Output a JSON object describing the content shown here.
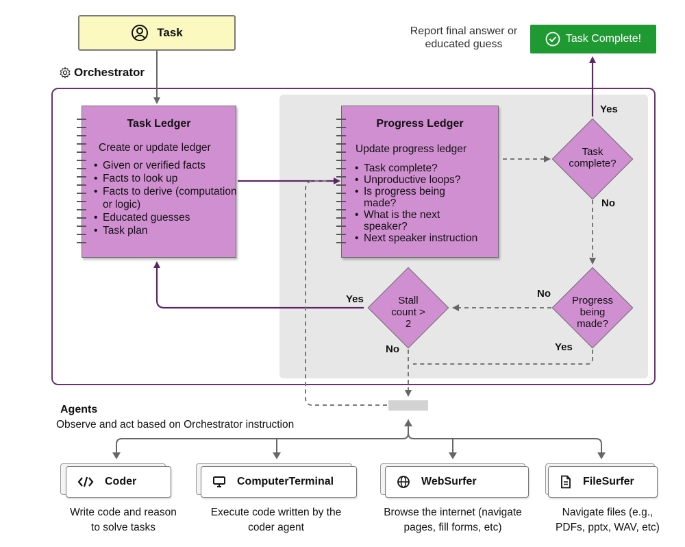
{
  "task": {
    "label": "Task",
    "icon": "person-icon"
  },
  "orchestrator": {
    "label": "Orchestrator",
    "icon": "gear-icon"
  },
  "task_ledger": {
    "title": "Task Ledger",
    "subtitle": "Create or update ledger",
    "items": [
      "Given or verified facts",
      "Facts to look up",
      "Facts to derive (computation or logic)",
      "Educated guesses",
      "Task plan"
    ]
  },
  "progress_ledger": {
    "title": "Progress Ledger",
    "subtitle": "Update progress ledger",
    "items": [
      "Task complete?",
      "Unproductive loops?",
      "Is progress being made?",
      "What is the next speaker?",
      "Next speaker instruction"
    ]
  },
  "decisions": {
    "task_complete": [
      "Task",
      "complete?"
    ],
    "progress": [
      "Progress",
      "being",
      "made?"
    ],
    "stall": [
      "Stall",
      "count >",
      "2"
    ]
  },
  "edge_labels": {
    "yes_complete": "Yes",
    "no_complete": "No",
    "no_progress": "No",
    "yes_progress": "Yes",
    "yes_stall": "Yes",
    "no_stall": "No"
  },
  "final": {
    "report": [
      "Report final answer or",
      "educated guess"
    ],
    "complete_label": "Task Complete!",
    "icon": "check-circle-icon"
  },
  "agents": {
    "title": "Agents",
    "subtitle": "Observe and act based on Orchestrator instruction",
    "list": [
      {
        "name": "Coder",
        "icon": "code-icon",
        "desc": [
          "Write code and reason",
          "to solve tasks"
        ]
      },
      {
        "name": "ComputerTerminal",
        "icon": "monitor-icon",
        "desc": [
          "Execute code written by the",
          "coder agent"
        ]
      },
      {
        "name": "WebSurfer",
        "icon": "globe-icon",
        "desc": [
          "Browse the internet (navigate",
          "pages, fill forms, etc)"
        ]
      },
      {
        "name": "FileSurfer",
        "icon": "file-icon",
        "desc": [
          "Navigate files (e.g.,",
          "PDFs, pptx, WAV, etc)"
        ]
      }
    ]
  },
  "colors": {
    "purple": "#d08fd0",
    "frame": "#6e2e73",
    "complete": "#1f9a32",
    "task_bg": "#fbf9bf",
    "panel": "#e7e7e7"
  }
}
